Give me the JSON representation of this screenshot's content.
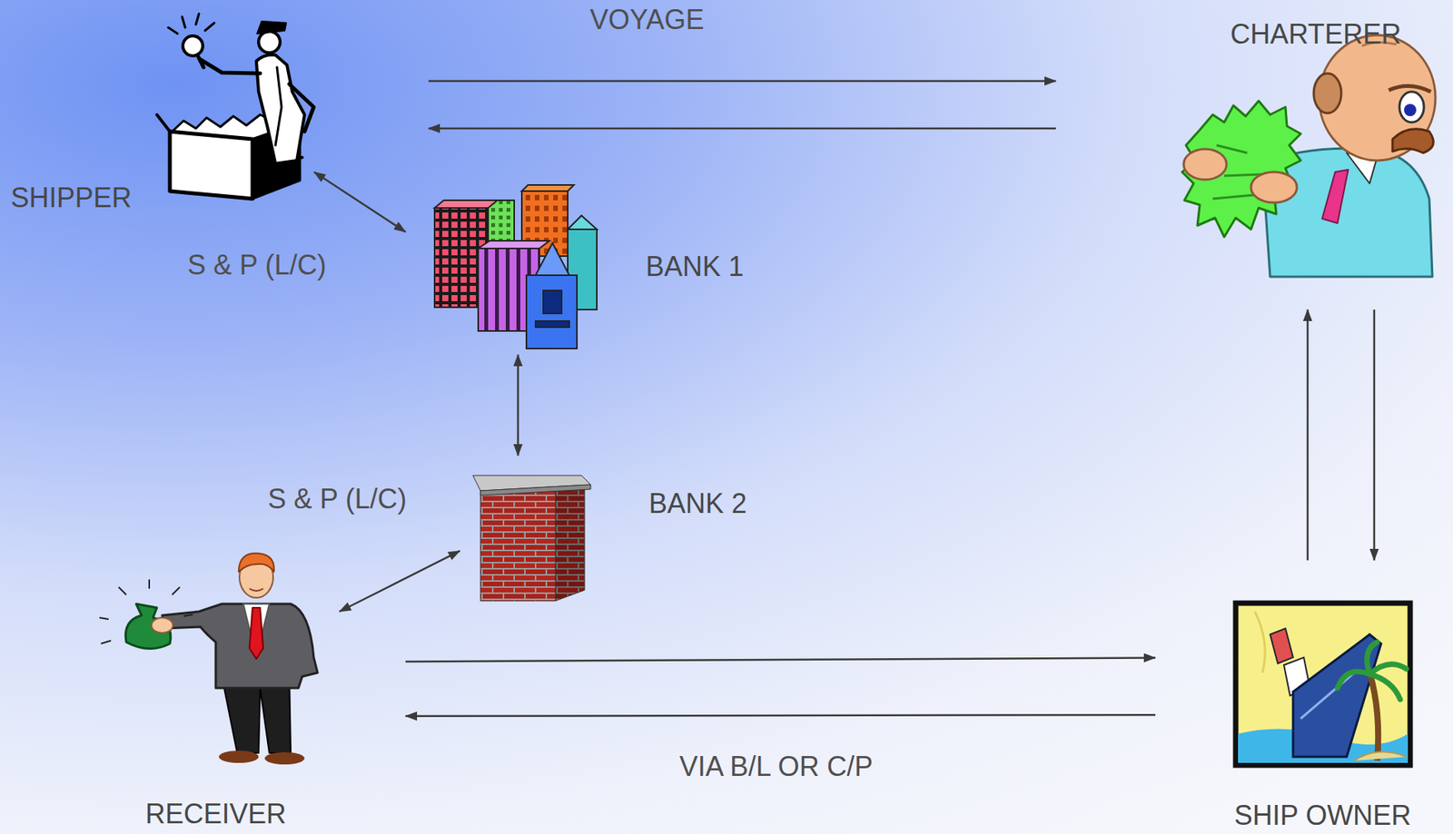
{
  "diagram": {
    "nodes": [
      {
        "text": [
          "SHIPPER"
        ]
      },
      {
        "text": [
          "CHARTERER"
        ]
      },
      {
        "text": [
          "BANK 1"
        ]
      },
      {
        "text": [
          "BANK 2"
        ]
      },
      {
        "text": [
          "RECEIVER"
        ]
      },
      {
        "text": [
          "SHIP OWNER"
        ]
      }
    ],
    "edges": [
      {
        "from": 0,
        "to": 1,
        "arrow": "to",
        "label": "VOYAGE"
      },
      {
        "from": 1,
        "to": 0,
        "arrow": "to"
      },
      {
        "from": 0,
        "to": 2,
        "arrow": "both",
        "label": "S & P (L/C)"
      },
      {
        "from": 2,
        "to": 3,
        "arrow": "both"
      },
      {
        "from": 3,
        "to": 4,
        "arrow": "both",
        "label": "S & P (L/C)"
      },
      {
        "from": 1,
        "to": 5,
        "arrow": "to"
      },
      {
        "from": 5,
        "to": 1,
        "arrow": "to"
      },
      {
        "from": 4,
        "to": 5,
        "arrow": "to"
      },
      {
        "from": 5,
        "to": 4,
        "arrow": "to",
        "label": "VIA B/L OR C/P"
      }
    ]
  }
}
